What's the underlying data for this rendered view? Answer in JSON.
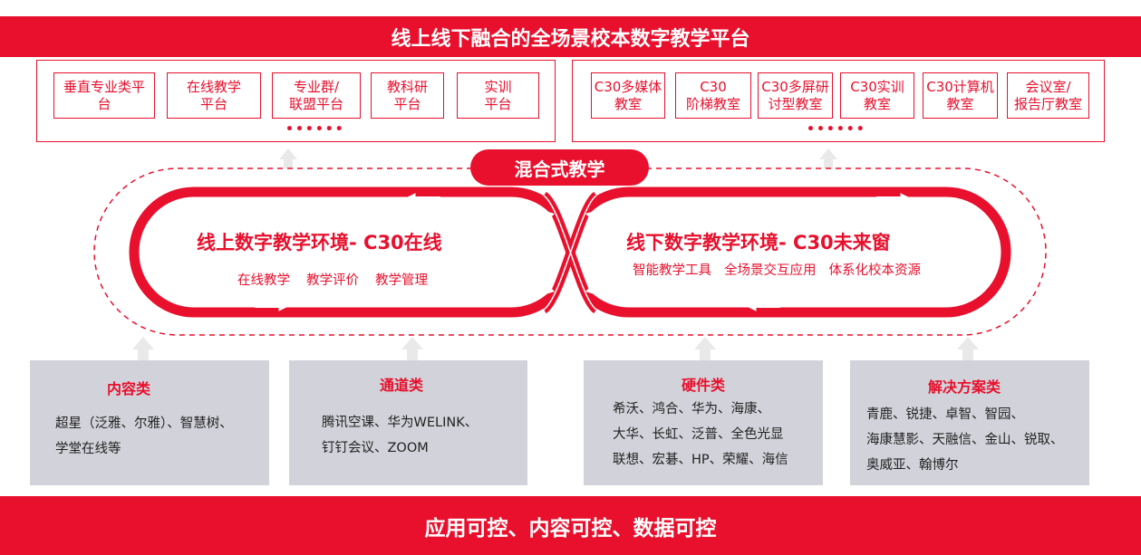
{
  "top_title": "线上线下融合的全场景校本数字教学平台",
  "bottom_title": "应用可控、内容可控、数据可控",
  "left_platforms": {
    "items": [
      "垂直专业类平\n台",
      "在线教学\n平台",
      "专业群/\n联盟平台",
      "教科研\n平台",
      "实训\n平台"
    ],
    "more": "••••••"
  },
  "right_classrooms": {
    "items": [
      "C30多媒体\n教室",
      "C30\n阶梯教室",
      "C30多屏研\n讨型教室",
      "C30实训\n教室",
      "C30计算机\n教室",
      "会议室/\n报告厅教室"
    ],
    "more": "••••••"
  },
  "hybrid_label": "混合式教学",
  "online_env": {
    "title": "线上数字教学环境- C30在线",
    "features": [
      "在线教学",
      "教学评价",
      "教学管理"
    ]
  },
  "offline_env": {
    "title": "线下数字教学环境- C30未来窗",
    "features": [
      "智能教学工具",
      "全场景交互应用",
      "体系化校本资源"
    ]
  },
  "categories": [
    {
      "title": "内容类",
      "text": "超星（泛雅、尔雅）、智慧树、\n学堂在线等"
    },
    {
      "title": "通道类",
      "text": "腾讯空课、华为WELINK、\n钉钉会议、ZOOM"
    },
    {
      "title": "硬件类",
      "text": "希沃、鸿合、华为、海康、\n大华、长虹、泛普、全色光显\n联想、宏碁、HP、荣耀、海信"
    },
    {
      "title": "解决方案类",
      "text": "青鹿、锐捷、卓智、智园、\n海康慧影、天融信、金山、锐取、\n奥威亚、翰博尔"
    }
  ],
  "colors": {
    "accent": "#e8102d",
    "gray_box": "#d2d3da",
    "arrow_gray": "#e6e6e6"
  }
}
